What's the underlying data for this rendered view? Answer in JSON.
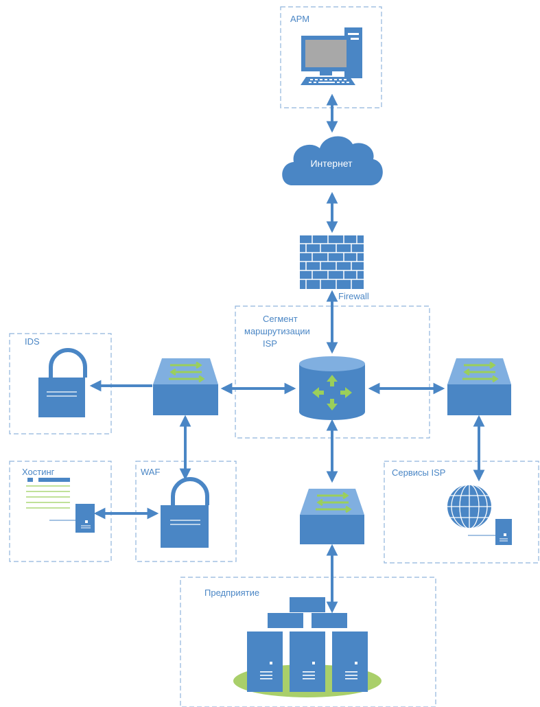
{
  "groups": {
    "arm": "АРМ",
    "routing_segment": [
      "Сегмент",
      "маршрутизации",
      "ISP"
    ],
    "ids": "IDS",
    "hosting": "Хостинг",
    "waf": "WAF",
    "isp_services": "Сервисы ISP",
    "enterprise": "Предприятие"
  },
  "nodes": {
    "internet": "Интернет",
    "firewall": "Firewall"
  },
  "colors": {
    "primary": "#4a86c5",
    "light_blue": "#80afe0",
    "arrow_green": "#9bcf5a",
    "ground_green": "#a9cf6a",
    "border_dashed": "#8fb4dc"
  }
}
